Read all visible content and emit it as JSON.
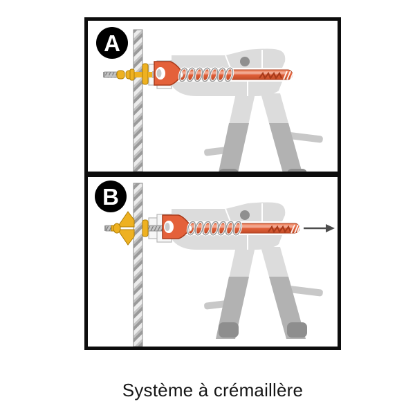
{
  "figure": {
    "caption": "Système à crémaillère",
    "panels": [
      {
        "id": "panel-a",
        "label": "A"
      },
      {
        "id": "panel-b",
        "label": "B"
      }
    ]
  },
  "colors": {
    "frame_black": "#0d0d0d",
    "caption_color": "#151515",
    "rod_orange": "#e4613a",
    "rod_orange_dark": "#a83a1a",
    "anchor_yellow": "#eeb121",
    "anchor_yellow_dark": "#ad7d06",
    "tool_gray": "#dcdcdc",
    "tool_mid_gray": "#c8c8c8",
    "grip_gray": "#b2b2b2",
    "foot_gray": "#8e8e8e",
    "hole_gray": "#8f8f8f",
    "wall_gray": "#c2c2c2",
    "arrow_gray": "#4d4d4d",
    "label_bg": "#000000",
    "label_fg": "#ffffff"
  }
}
